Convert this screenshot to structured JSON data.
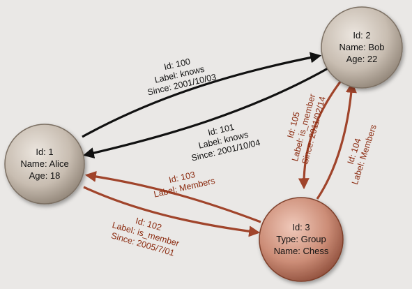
{
  "colors": {
    "background": "#eae8e6",
    "person_node": "#b9ada0",
    "group_node": "#c68670",
    "knows_edge": "#111111",
    "member_edge": "#a0442b",
    "member_text": "#8b2b10"
  },
  "nodes": {
    "alice": {
      "lines": [
        "Id: 1",
        "Name: Alice",
        "Age: 18"
      ]
    },
    "bob": {
      "lines": [
        "Id: 2",
        "Name: Bob",
        "Age: 22"
      ]
    },
    "chess": {
      "lines": [
        "Id: 3",
        "Type: Group",
        "Name: Chess"
      ]
    }
  },
  "edges": {
    "e100": {
      "lines": [
        "Id: 100",
        "Label: knows",
        "Since: 2001/10/03"
      ]
    },
    "e101": {
      "lines": [
        "Id: 101",
        "Label: knows",
        "Since: 2001/10/04"
      ]
    },
    "e102": {
      "lines": [
        "Id: 102",
        "Label: is_member",
        "Since: 2005/7/01"
      ]
    },
    "e103": {
      "lines": [
        "Id: 103",
        "Label: Members"
      ]
    },
    "e104": {
      "lines": [
        "Id: 104",
        "Label: Members"
      ]
    },
    "e105": {
      "lines": [
        "Id: 105",
        "Label: is_member",
        "Since: 2011/02/14"
      ]
    }
  }
}
